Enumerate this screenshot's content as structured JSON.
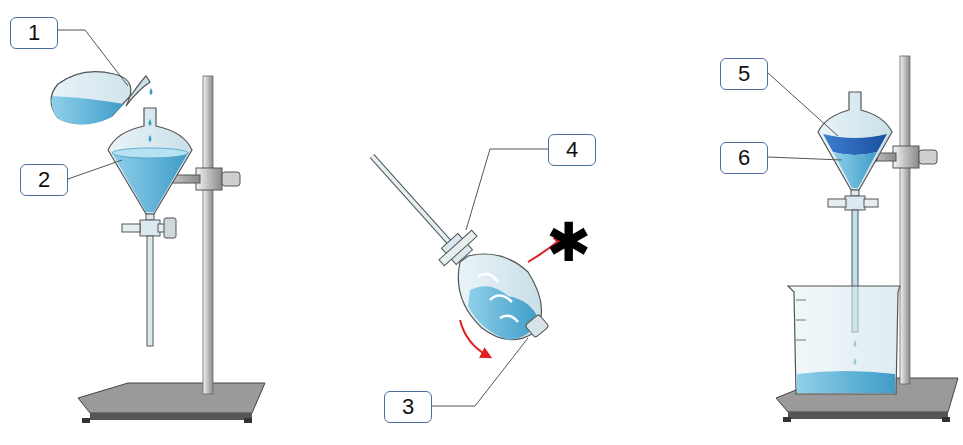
{
  "diagram": {
    "nodes": [
      {
        "text": [
          "1"
        ]
      },
      {
        "text": [
          "2"
        ]
      },
      {
        "text": [
          "4"
        ]
      },
      {
        "text": [
          "3"
        ]
      },
      {
        "text": [
          "5"
        ]
      },
      {
        "text": [
          "6"
        ]
      }
    ],
    "labels": [
      "✱"
    ]
  }
}
